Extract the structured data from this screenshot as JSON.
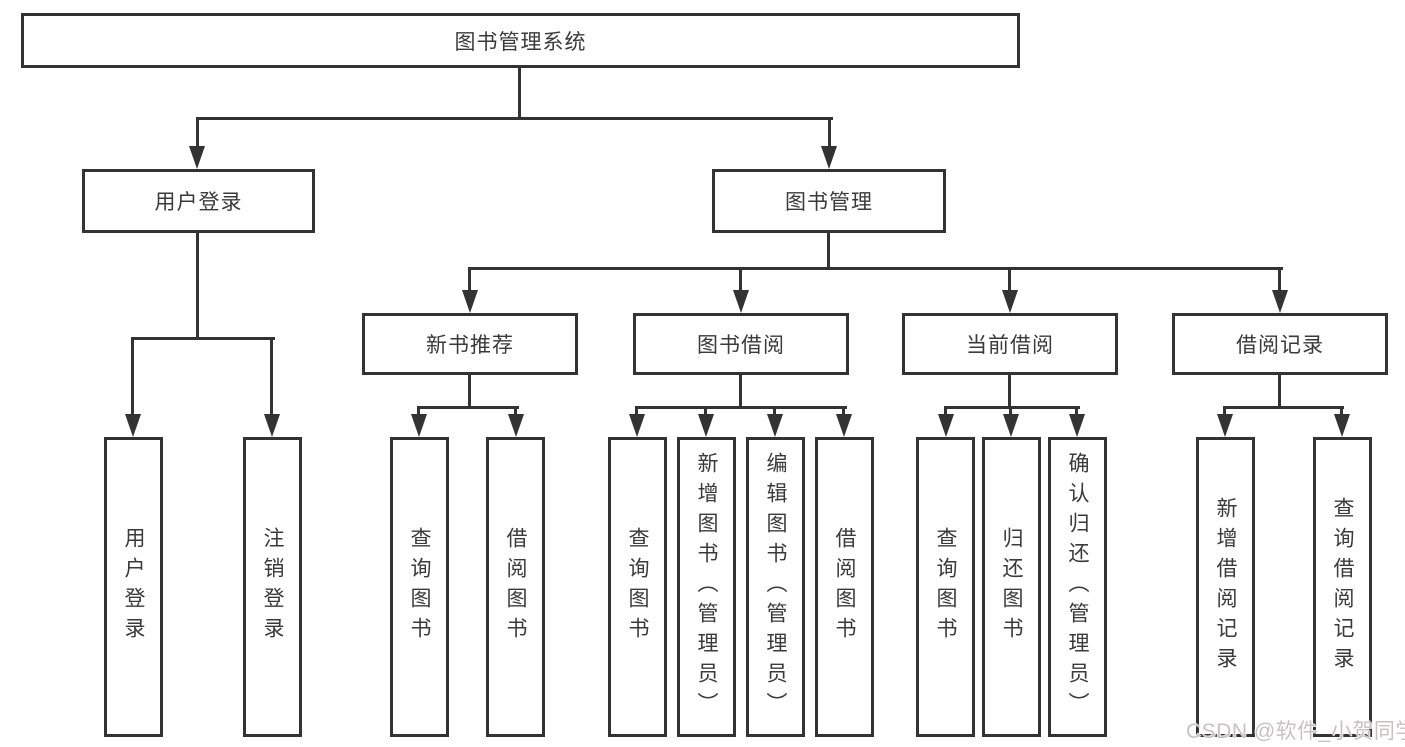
{
  "tree": {
    "root": {
      "label": "图书管理系统"
    },
    "branches": [
      {
        "label": "用户登录",
        "children": [
          "用户登录",
          "注销登录"
        ]
      },
      {
        "label": "图书管理",
        "children": [
          {
            "label": "新书推荐",
            "children": [
              "查询图书",
              "借阅图书"
            ]
          },
          {
            "label": "图书借阅",
            "children": [
              "查询图书",
              "新增图书（管理员）",
              "编辑图书（管理员）",
              "借阅图书"
            ]
          },
          {
            "label": "当前借阅",
            "children": [
              "查询图书",
              "归还图书",
              "确认归还（管理员）"
            ]
          },
          {
            "label": "借阅记录",
            "children": [
              "新增借阅记录",
              "查询借阅记录"
            ]
          }
        ]
      }
    ]
  },
  "watermark": "CSDN @软件_小贺同学",
  "colors": {
    "line": "#333333",
    "box_background": "#ffffff",
    "text": "#3a3a3a",
    "watermark": "#c6c2c2"
  }
}
